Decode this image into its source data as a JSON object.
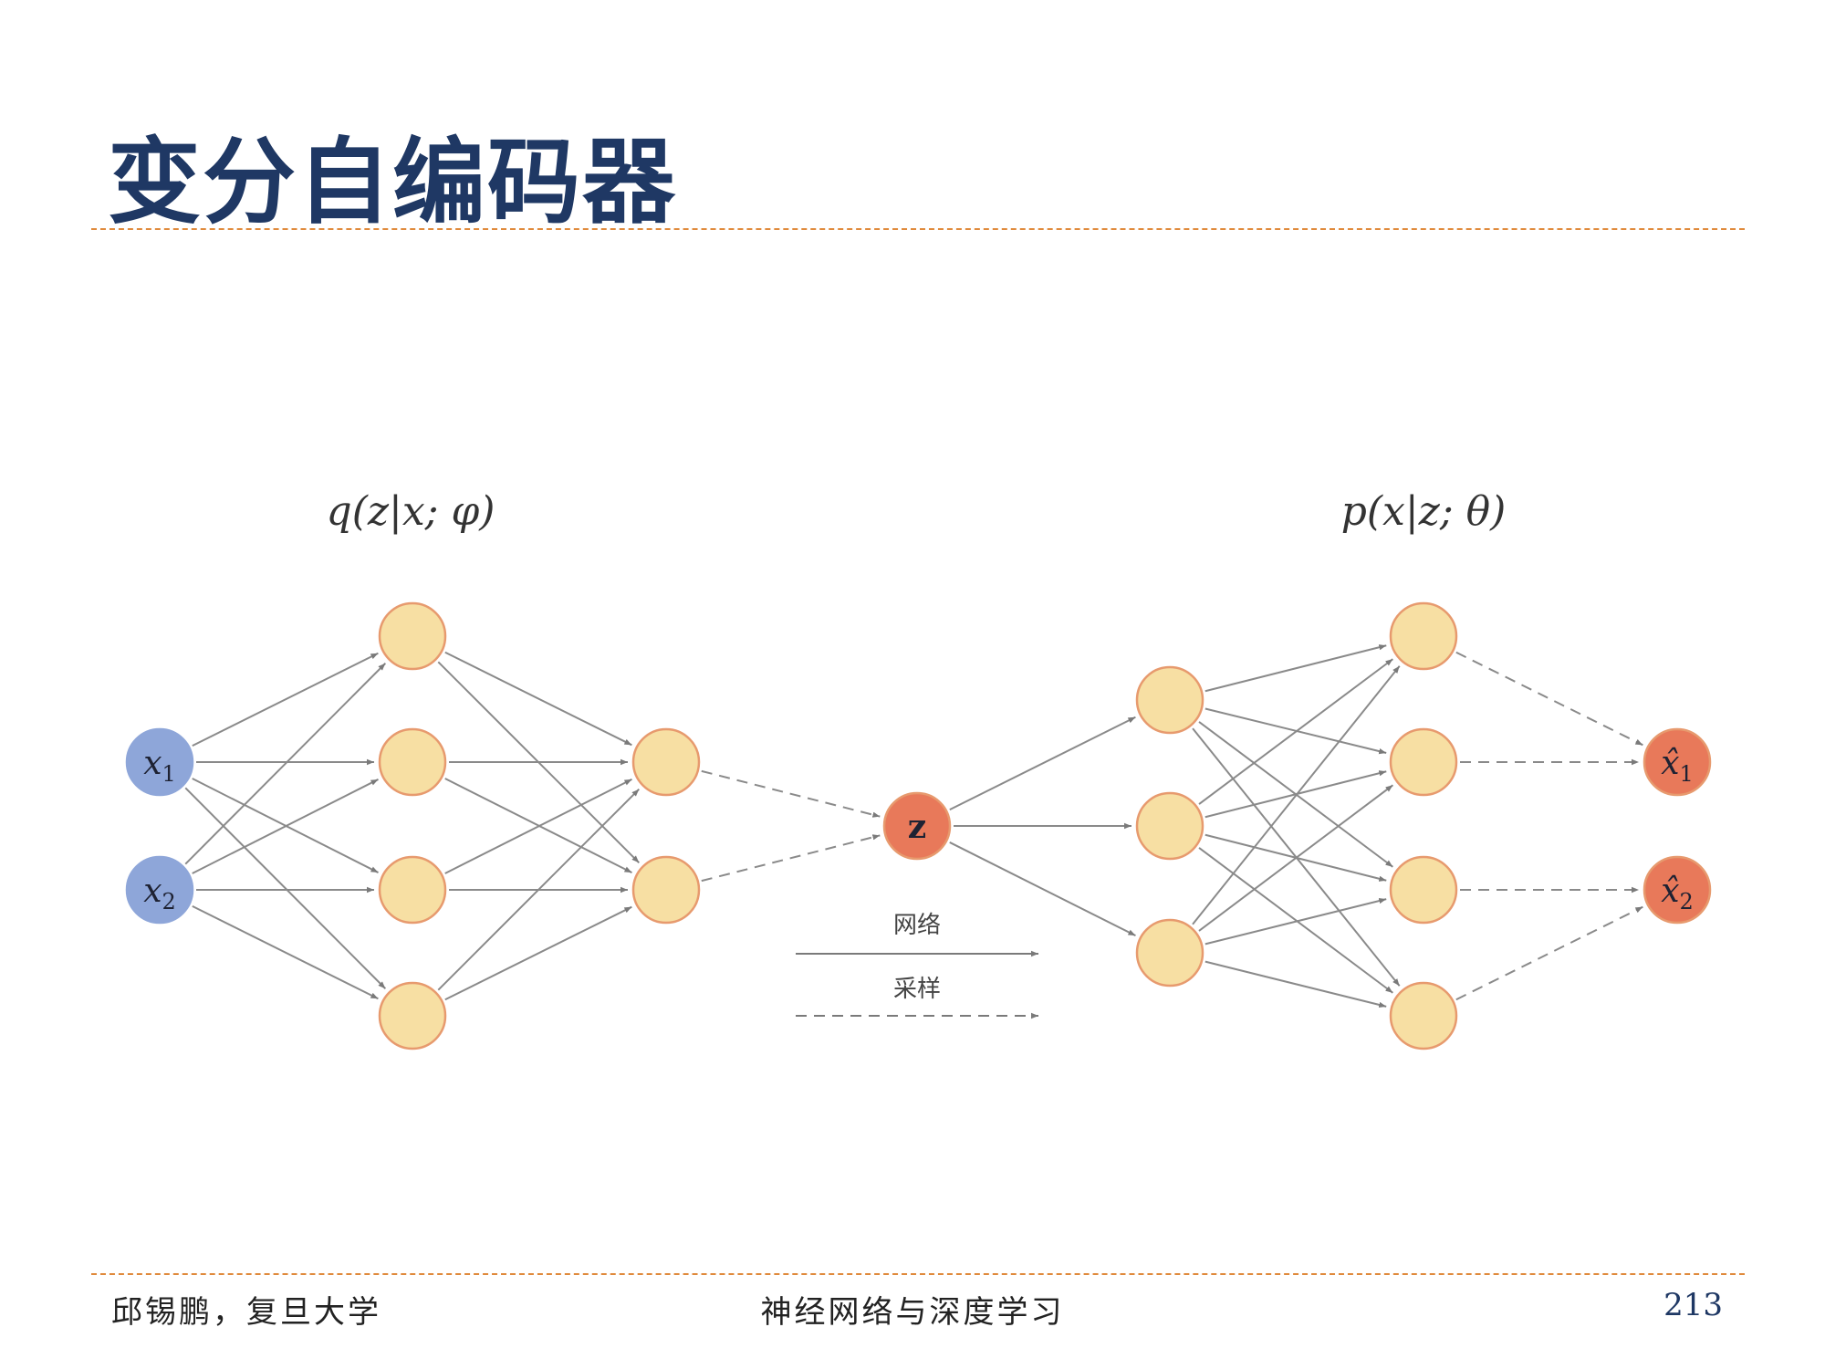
{
  "slide": {
    "title": "变分自编码器",
    "footer_left": "邱锡鹏，复旦大学",
    "footer_center": "神经网络与深度学习",
    "page_number": "213"
  },
  "diagram": {
    "encoder_label": "q(z|x; φ)",
    "decoder_label": "p(x|z; θ)",
    "input_nodes": [
      {
        "base": "x",
        "sub": "1"
      },
      {
        "base": "x",
        "sub": "2"
      }
    ],
    "latent_node": "z",
    "output_nodes": [
      {
        "base": "x̂",
        "sub": "1"
      },
      {
        "base": "x̂",
        "sub": "2"
      }
    ],
    "legend": {
      "network": "网络",
      "sampling": "采样"
    },
    "colors": {
      "input_fill": "#8ea6d9",
      "hidden_fill": "#f7dfa3",
      "hidden_stroke": "#e79a6e",
      "output_fill": "#e8795a",
      "edge": "#8a8a8a"
    }
  }
}
